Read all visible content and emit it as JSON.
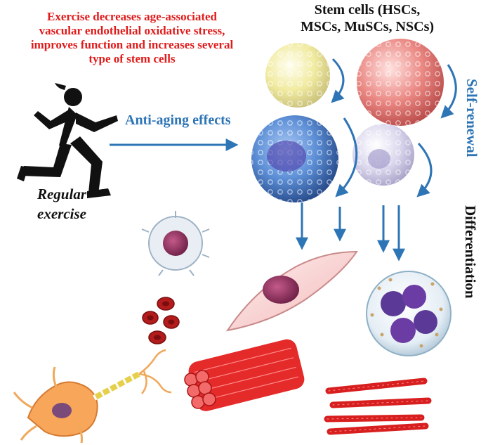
{
  "headline": {
    "line1": "Exercise decreases age-associated",
    "line2": "vascular endothelial oxidative stress,",
    "line3": "improves function and increases several",
    "line4": "type of stem cells"
  },
  "stem_cells": {
    "line1": "Stem cells (HSCs,",
    "line2": "MSCs, MuSCs, NSCs)"
  },
  "labels": {
    "anti_aging": "Anti-aging effects",
    "self_renewal": "Self-renewal",
    "differentiation": "Differentiation",
    "regular_line1": "Regular",
    "regular_line2": "exercise"
  },
  "colors": {
    "headline_red": "#e01b1b",
    "accent_blue": "#2e75b6",
    "cell_yellow": "#f4efa6",
    "cell_red": "#ec8a86",
    "cell_blue": "#5b8ed4",
    "cell_lavender": "#d7d3ea",
    "muscle_red": "#e52a2a",
    "neuron_orange": "#f7a65a"
  },
  "icons": [
    "runner-silhouette",
    "stem-cell-spheres",
    "immune-cell",
    "red-blood-cells",
    "fibroblast-cell",
    "granulocyte-cell",
    "neuron-cell",
    "muscle-fiber-bundle",
    "muscle-fibers"
  ]
}
